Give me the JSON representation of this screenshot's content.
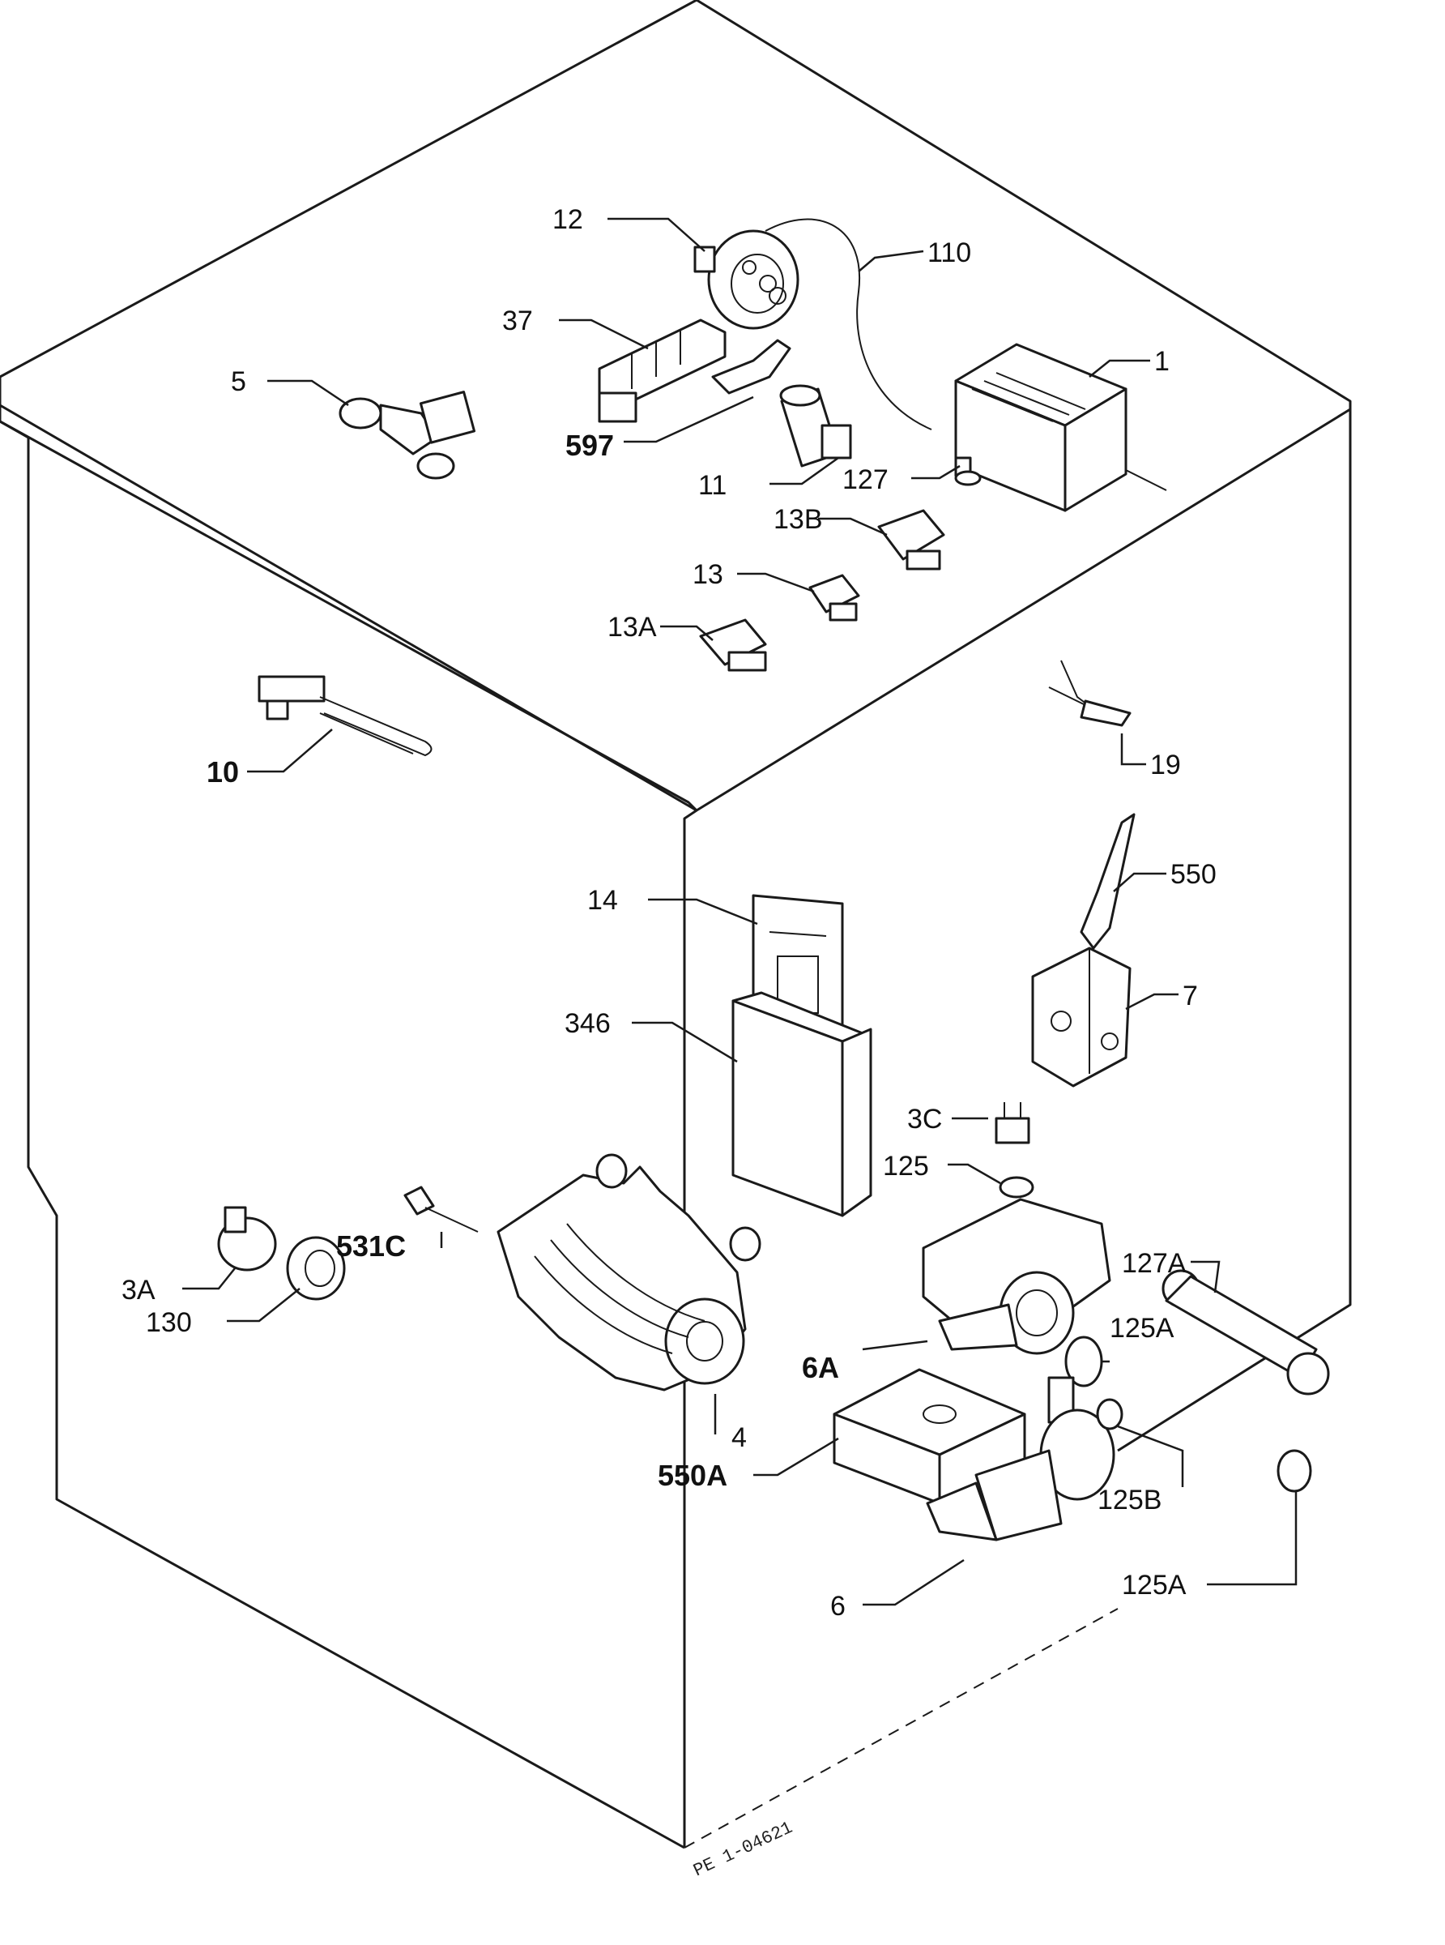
{
  "labels": {
    "p1": "1",
    "p3a": "3A",
    "p3c": "3C",
    "p4": "4",
    "p5": "5",
    "p6": "6",
    "p6a": "6A",
    "p7": "7",
    "p10": "10",
    "p11": "11",
    "p12": "12",
    "p13": "13",
    "p13a": "13A",
    "p13b": "13B",
    "p14": "14",
    "p19": "19",
    "p37": "37",
    "p110": "110",
    "p125": "125",
    "p125a_1": "125A",
    "p125a_2": "125A",
    "p125b": "125B",
    "p127": "127",
    "p127a": "127A",
    "p130": "130",
    "p346": "346",
    "p531c": "531C",
    "p550": "550",
    "p550a": "550A",
    "p597": "597"
  },
  "drawing_code": "PE 1-04621"
}
